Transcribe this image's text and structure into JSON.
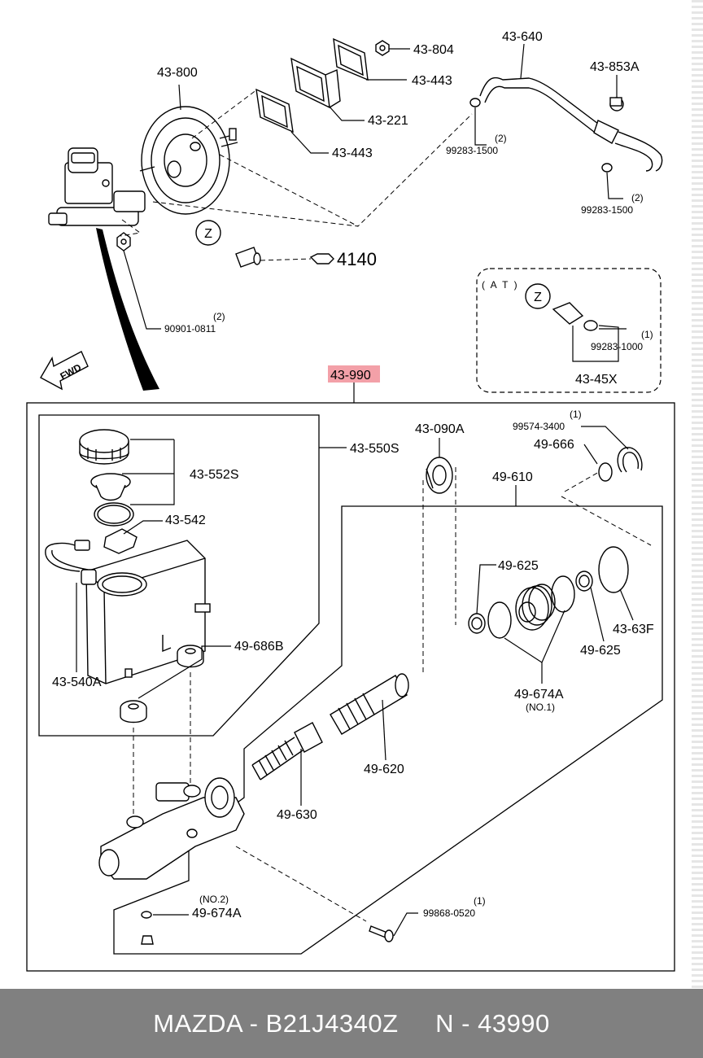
{
  "labels": {
    "p43_800": "43-800",
    "p43_804": "43-804",
    "p43_443_top": "43-443",
    "p43_221": "43-221",
    "p43_443_bottom": "43-443",
    "p43_640": "43-640",
    "p43_853a": "43-853A",
    "p99283_1500_a_qty": "(2)",
    "p99283_1500_a": "99283-1500",
    "p99283_1500_b_qty": "(2)",
    "p99283_1500_b": "99283-1500",
    "p4140": "4140",
    "z_marker": "Z",
    "z_marker_at": "Z",
    "p90901_0811_qty": "(2)",
    "p90901_0811": "90901-0811",
    "at_title": "( A T )",
    "p99283_1000_qty": "(1)",
    "p99283_1000": "99283-1000",
    "p43_45x": "43-45X",
    "fwd": "FWD",
    "p43_990": "43-990",
    "p43_550s": "43-550S",
    "p43_552s": "43-552S",
    "p43_542": "43-542",
    "p43_540a": "43-540A",
    "p49_686b": "49-686B",
    "p43_090a": "43-090A",
    "p99574_3400_qty": "(1)",
    "p99574_3400": "99574-3400",
    "p49_666": "49-666",
    "p49_610": "49-610",
    "p49_625_top": "49-625",
    "p43_63f": "43-63F",
    "p49_625_bottom": "49-625",
    "p49_674a_no1": "49-674A",
    "no1": "(NO.1)",
    "p49_620": "49-620",
    "p49_630": "49-630",
    "no2": "(NO.2)",
    "p49_674a_no2": "49-674A",
    "p99868_0520_qty": "(1)",
    "p99868_0520": "99868-0520"
  },
  "highlight_color": "#f3a0a8",
  "footer": {
    "text": "MAZDA - B21J4340Z     N - 43990",
    "background": "#808080",
    "color": "#ffffff"
  }
}
